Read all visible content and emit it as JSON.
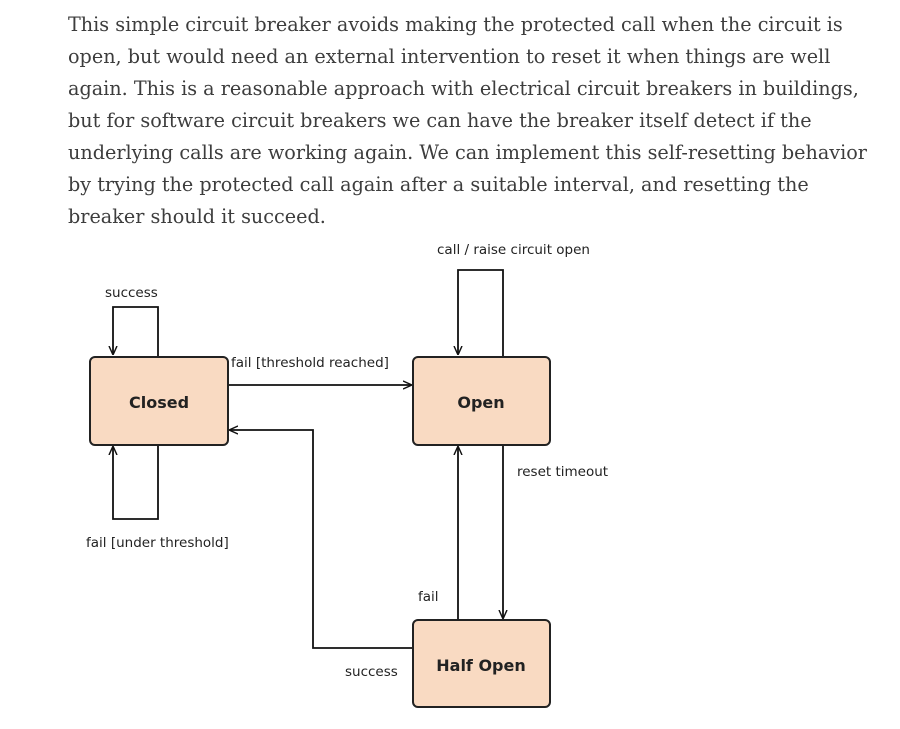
{
  "article": {
    "paragraph": "This simple circuit breaker avoids making the protected call when the circuit is open, but would need an external intervention to reset it when things are well again. This is a reasonable approach with electrical circuit breakers in buildings, but for software circuit breakers we can have the breaker itself detect if the underlying calls are working again. We can implement this self-resetting behavior by trying the protected call again after a suitable interval, and resetting the breaker should it succeed."
  },
  "diagram": {
    "states": {
      "closed": "Closed",
      "open": "Open",
      "half_open": "Half Open"
    },
    "transitions": {
      "closed_self": "success",
      "closed_to_open": "fail [threshold reached]",
      "closed_fail_loop": "fail [under threshold]",
      "open_self": "call / raise circuit open",
      "open_to_half_open": "reset timeout",
      "half_open_to_open": "fail",
      "half_open_to_closed": "success"
    },
    "colors": {
      "state_fill": "#f9dac2",
      "stroke": "#222222"
    }
  }
}
